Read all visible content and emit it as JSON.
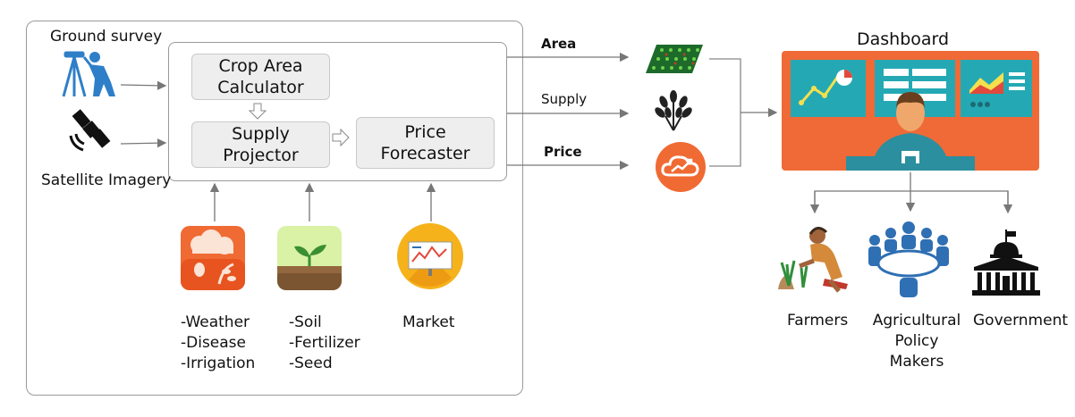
{
  "inputs": {
    "ground_survey": "Ground survey",
    "satellite": "Satellite Imagery"
  },
  "modules": {
    "crop_area": "Crop Area\nCalculator",
    "supply": "Supply\nProjector",
    "price": "Price\nForecaster"
  },
  "factors": {
    "weather_group": "-Weather\n-Disease\n-Irrigation",
    "soil_group": "-Soil\n-Fertilizer\n-Seed",
    "market": "Market"
  },
  "outputs": {
    "area": "Area",
    "supply": "Supply",
    "price": "Price"
  },
  "dashboard": {
    "title": "Dashboard"
  },
  "stakeholders": {
    "farmers": "Farmers",
    "policy": "Agricultural\nPolicy\nMakers",
    "government": "Government"
  },
  "colors": {
    "dashboard_orange": "#ef6a37",
    "screen_teal": "#24a9b4",
    "icon_orange": "#f06a33",
    "icon_green": "#2f8f3a",
    "people_blue": "#2f6fb3",
    "arrow_gray": "#777777"
  },
  "icons": [
    "surveyor-icon",
    "satellite-icon",
    "weather-disease-icon",
    "seedling-icon",
    "market-chart-icon",
    "crop-field-icon",
    "wheat-icon",
    "cloud-growth-icon",
    "dashboard-monitor-icon",
    "farmer-icon",
    "meeting-people-icon",
    "government-building-icon"
  ]
}
